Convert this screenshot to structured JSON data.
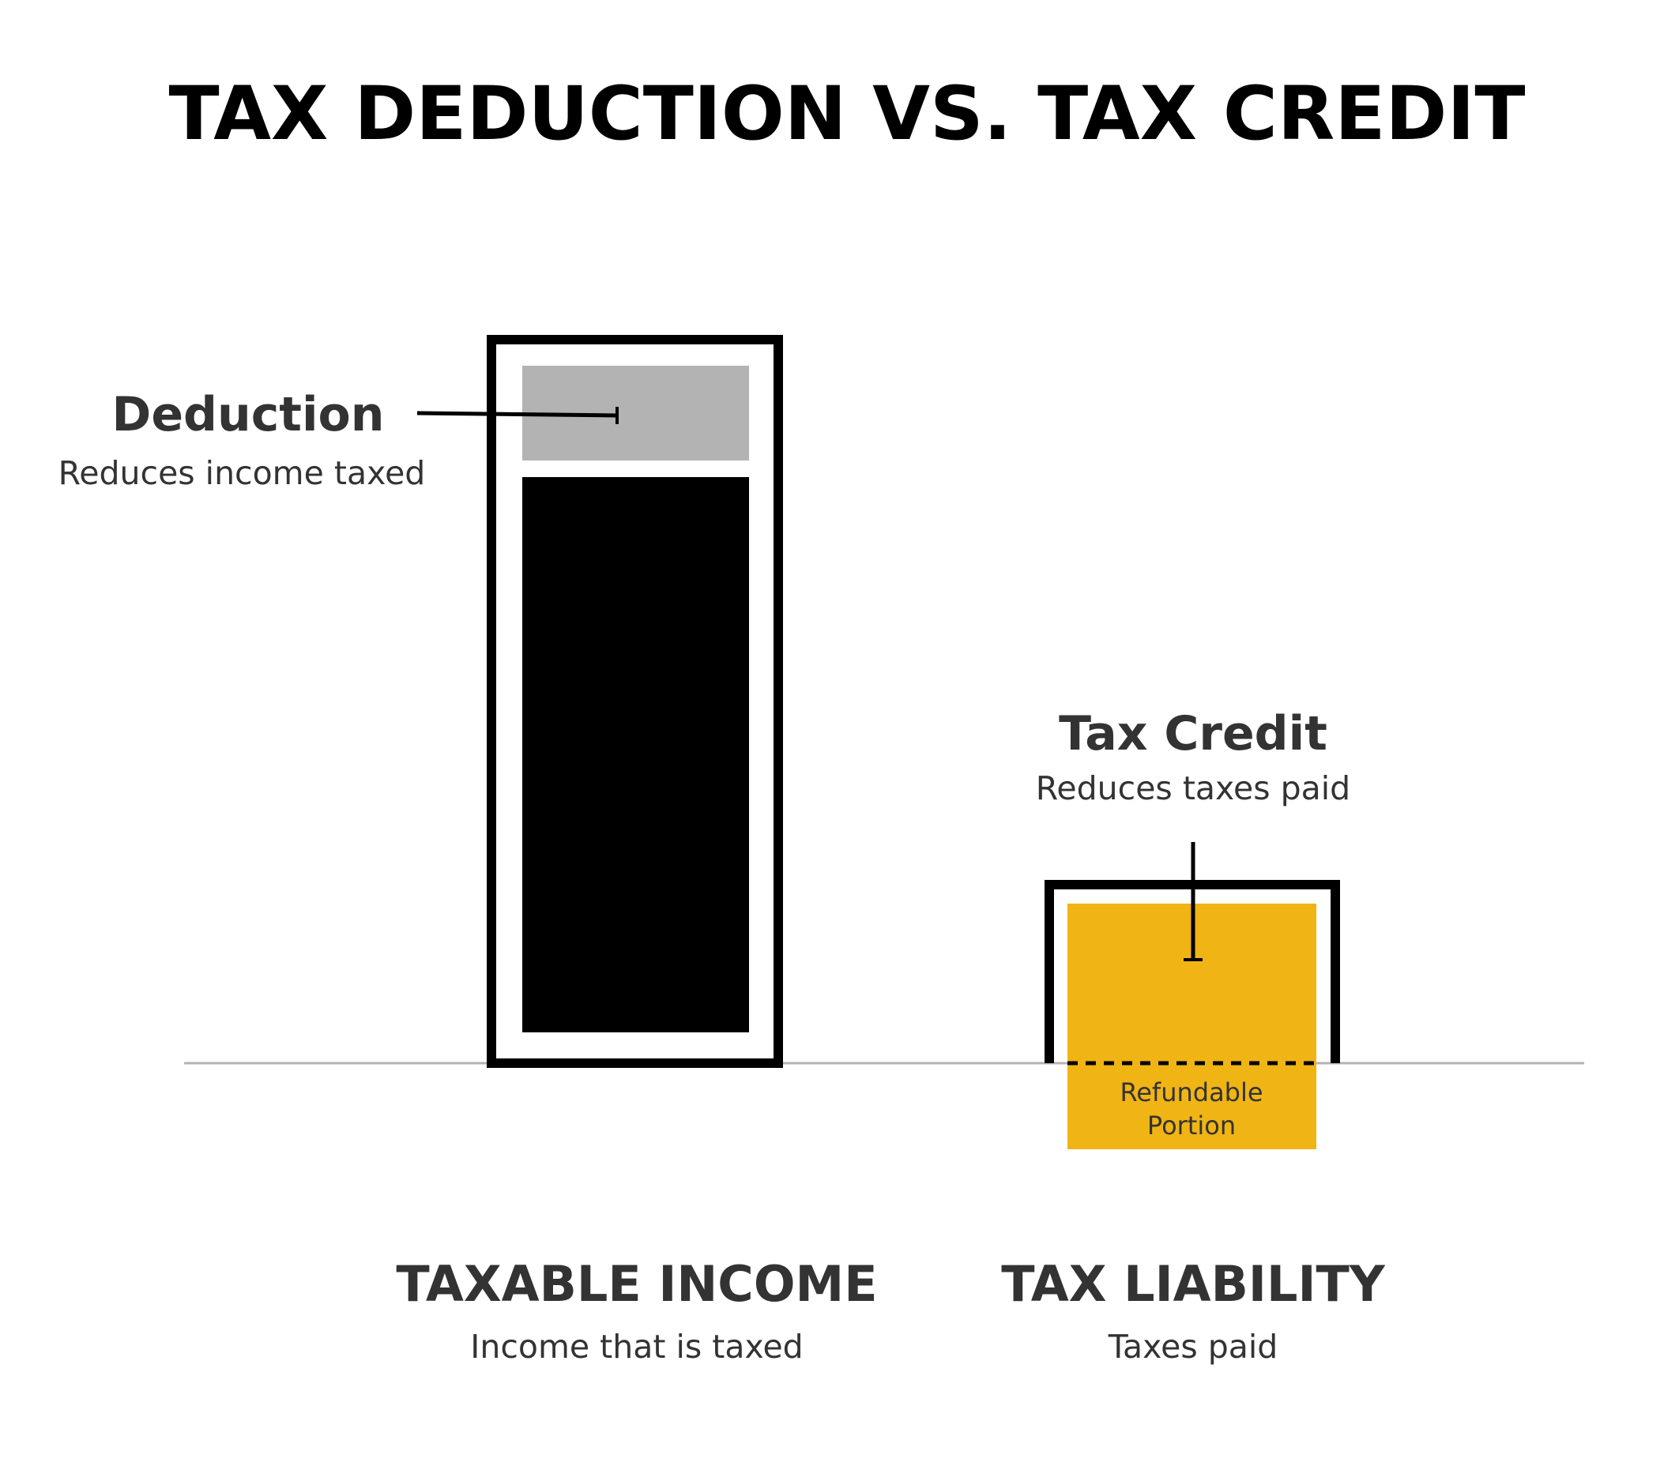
{
  "title": "TAX DEDUCTION VS. TAX CREDIT",
  "deduction": {
    "label": "Deduction",
    "description": "Reduces income taxed"
  },
  "tax_credit": {
    "label": "Tax Credit",
    "description": "Reduces taxes paid"
  },
  "refundable": {
    "line1": "Refundable",
    "line2": "Portion"
  },
  "categories": [
    {
      "label": "TAXABLE INCOME",
      "description": "Income that is taxed"
    },
    {
      "label": "TAX LIABILITY",
      "description": "Taxes paid"
    }
  ],
  "colors": {
    "title": "#000000",
    "text": "#333333",
    "outline": "#000000",
    "income_fill": "#000000",
    "deduction_fill": "#b3b3b3",
    "credit_fill": "#f0b414",
    "baseline": "#b3b3b3"
  }
}
